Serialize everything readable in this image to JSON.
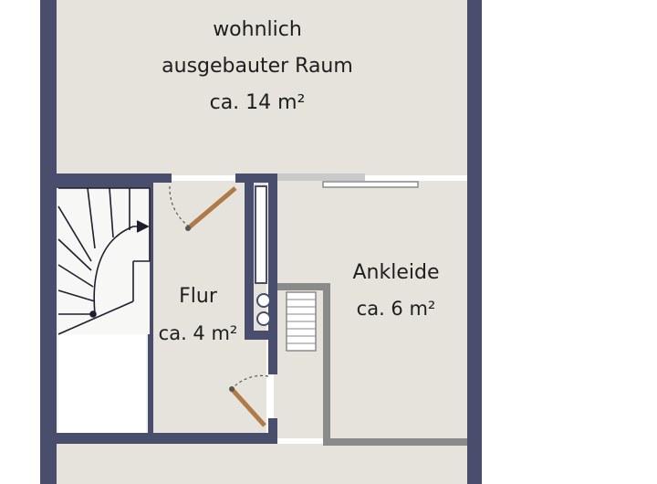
{
  "rooms": {
    "main": {
      "line1": "wohnlich",
      "line2": "ausgebauter Raum",
      "line3": "ca.  14 m²"
    },
    "hall": {
      "name": "Flur",
      "area": "ca. 4 m²"
    },
    "closet": {
      "name": "Ankleide",
      "area": "ca. 6 m²"
    }
  },
  "colors": {
    "wall": "#4a4e6d",
    "floor": "#e6e3dc",
    "door": "#b07a48",
    "partition": "#8a8a8a"
  }
}
